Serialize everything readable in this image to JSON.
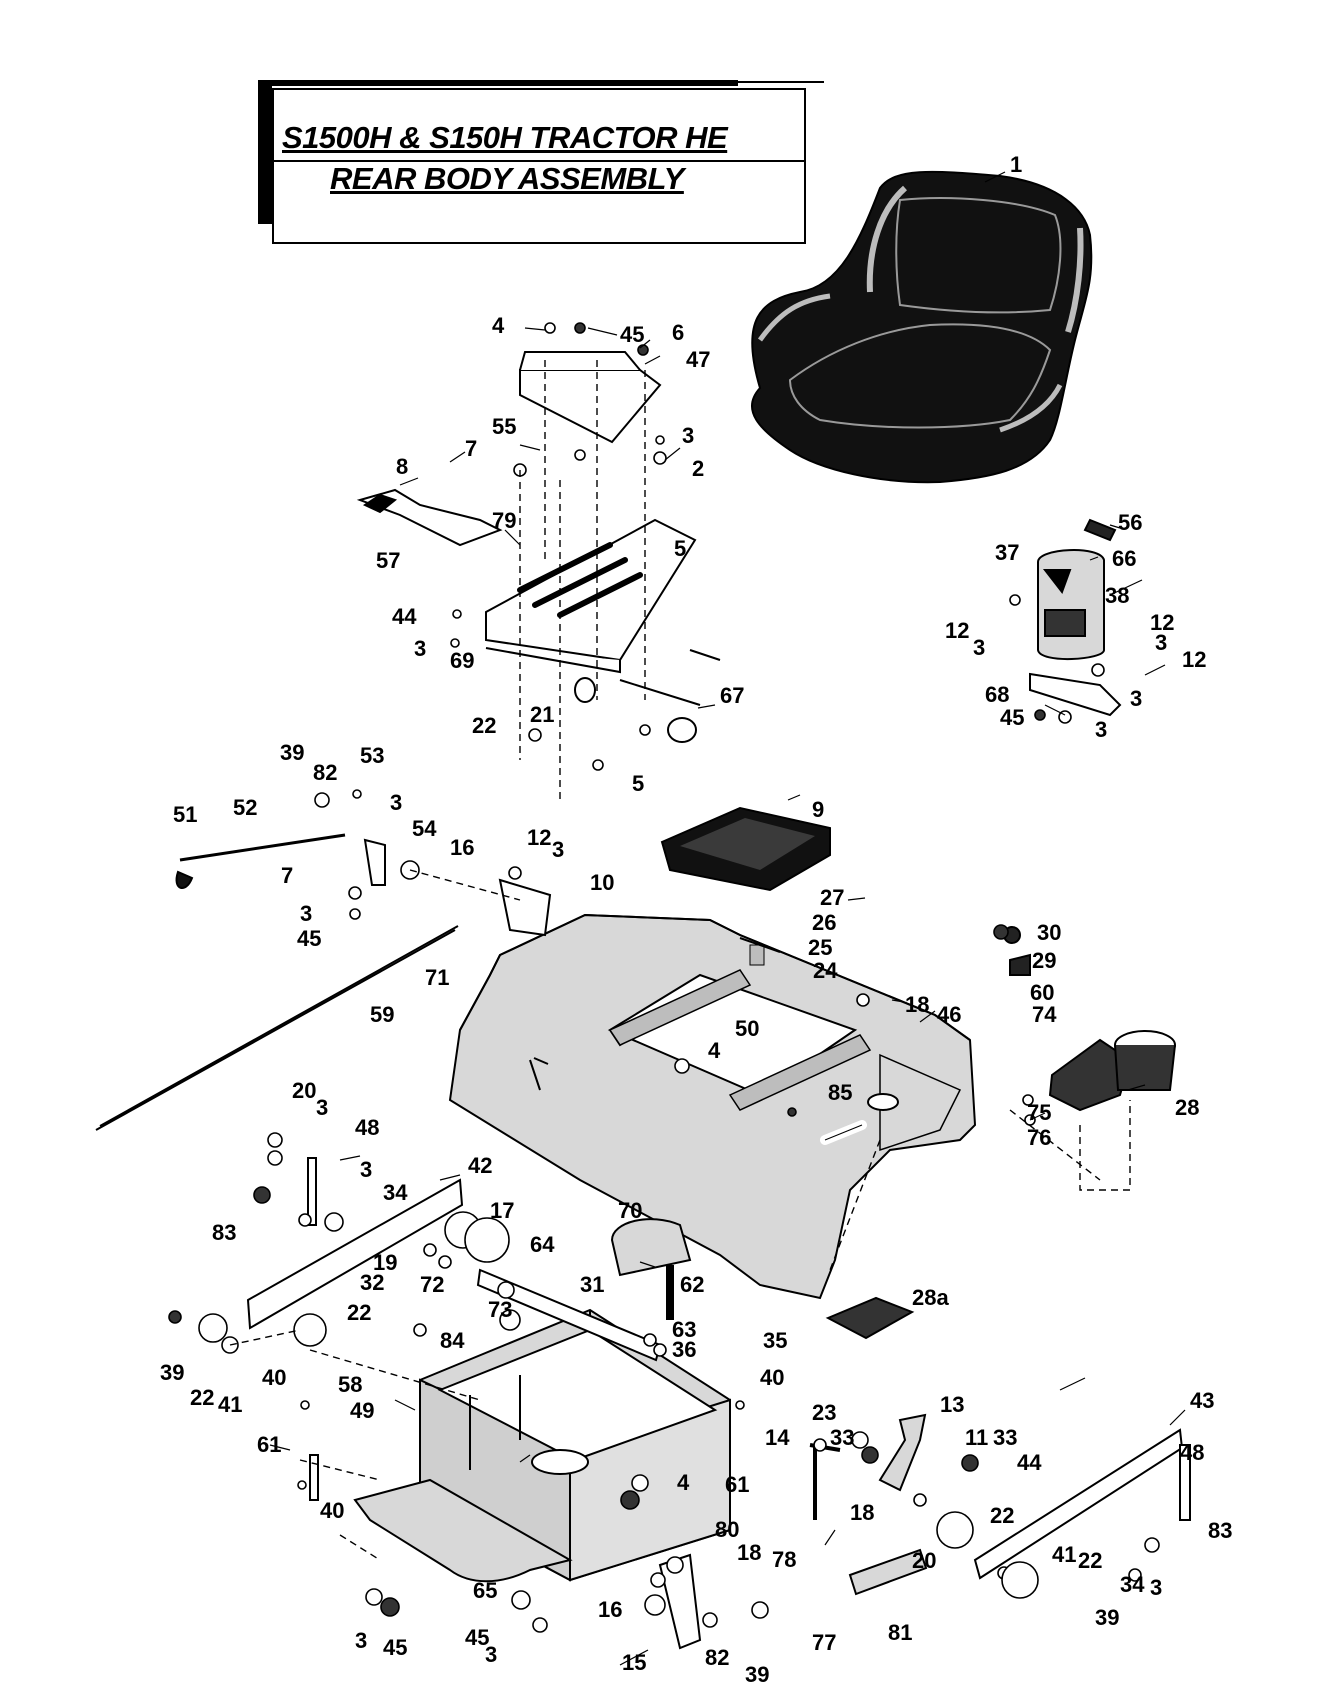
{
  "title": {
    "line1": "S1500H & S150H TRACTOR HE",
    "line2": "REAR BODY ASSEMBLY"
  },
  "callouts": [
    "1",
    "4",
    "45",
    "6",
    "47",
    "55",
    "7",
    "3",
    "8",
    "2",
    "79",
    "57",
    "5",
    "44",
    "3",
    "69",
    "67",
    "21",
    "22",
    "5",
    "56",
    "37",
    "66",
    "38",
    "12",
    "3",
    "12",
    "3",
    "12",
    "68",
    "3",
    "45",
    "3",
    "39",
    "82",
    "53",
    "3",
    "52",
    "51",
    "54",
    "7",
    "16",
    "12",
    "3",
    "3",
    "45",
    "10",
    "9",
    "27",
    "26",
    "25",
    "24",
    "18",
    "30",
    "29",
    "60",
    "74",
    "46",
    "71",
    "50",
    "59",
    "4",
    "85",
    "75",
    "76",
    "28",
    "20",
    "3",
    "48",
    "3",
    "34",
    "42",
    "83",
    "17",
    "70",
    "64",
    "19",
    "32",
    "72",
    "62",
    "31",
    "73",
    "28a",
    "22",
    "63",
    "36",
    "84",
    "39",
    "22",
    "41",
    "35",
    "58",
    "40",
    "49",
    "40",
    "13",
    "61",
    "23",
    "33",
    "11",
    "33",
    "44",
    "14",
    "4",
    "61",
    "18",
    "43",
    "48",
    "40",
    "22",
    "20",
    "80",
    "18",
    "78",
    "83",
    "41",
    "22",
    "34",
    "65",
    "16",
    "3",
    "45",
    "3",
    "81",
    "39",
    "3",
    "45",
    "15",
    "82",
    "39",
    "77"
  ],
  "colors": {
    "ink": "#000000",
    "panel": "#d8d8d8",
    "seat": "#111111",
    "highlight": "#bdbdbd"
  }
}
